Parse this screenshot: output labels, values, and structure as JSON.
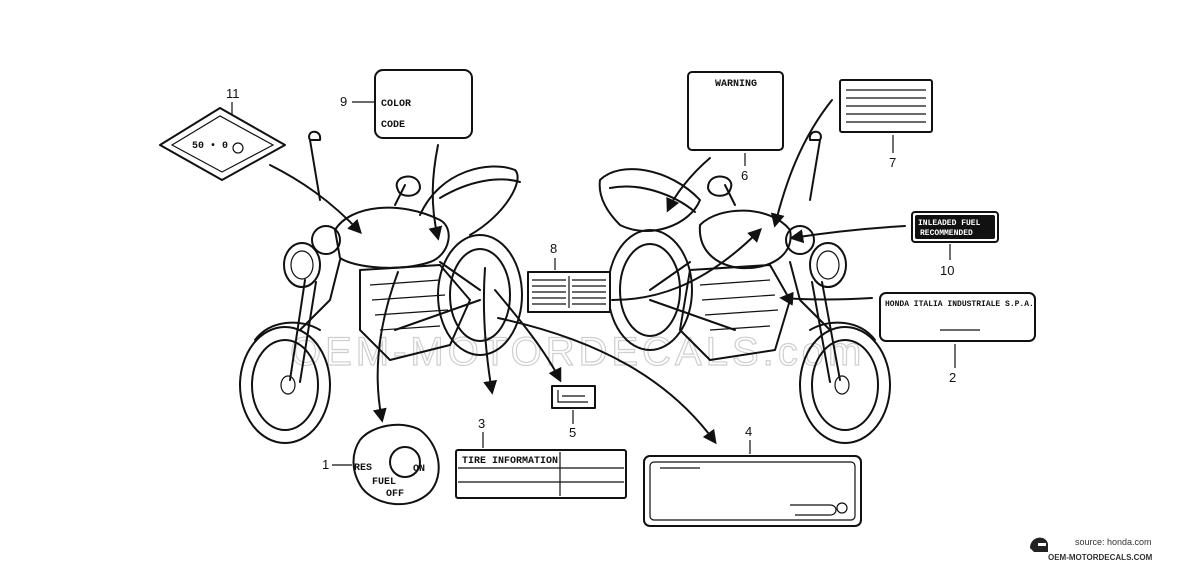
{
  "watermark": "OEM-MOTORDECALS.com",
  "source": {
    "text": "source: honda.com",
    "brand": "OEM-MOTORDECALS.COM"
  },
  "callouts": [
    {
      "id": "1",
      "number": "1"
    },
    {
      "id": "2",
      "number": "2"
    },
    {
      "id": "3",
      "number": "3"
    },
    {
      "id": "4",
      "number": "4"
    },
    {
      "id": "5",
      "number": "5"
    },
    {
      "id": "6",
      "number": "6"
    },
    {
      "id": "7",
      "number": "7"
    },
    {
      "id": "8",
      "number": "8"
    },
    {
      "id": "9",
      "number": "9"
    },
    {
      "id": "10",
      "number": "10"
    },
    {
      "id": "11",
      "number": "11"
    }
  ],
  "labels": {
    "fuel_valve": {
      "res": "RES",
      "on": "ON",
      "fuel": "FUEL",
      "off": "OFF"
    },
    "color_code": {
      "line1": "COLOR",
      "line2": "CODE"
    },
    "warning": "WARNING",
    "unleaded": {
      "line1": "INLEADED FUEL",
      "line2": "RECOMMENDED"
    },
    "honda_italia": "HONDA ITALIA INDUSTRIALE S.P.A.",
    "tire_info": "TIRE INFORMATION",
    "emblem": "50 • 0"
  }
}
